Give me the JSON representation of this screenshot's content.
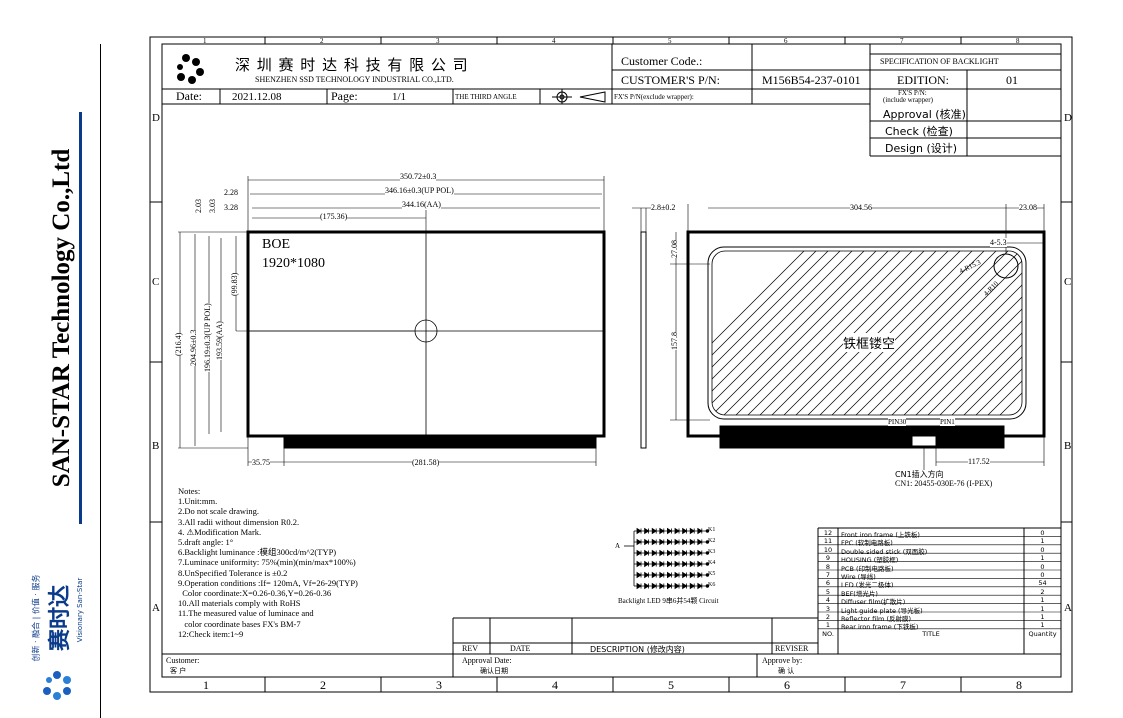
{
  "sidebar": {
    "company_name": "SAN-STAR Technology Co.,Ltd",
    "logo_cn": "赛时达",
    "logo_en": "Visionary San-Star",
    "logo_slogan": "创新 · 融合 | 价值 · 服务"
  },
  "title_block": {
    "company_cn": "深 圳 赛 时 达 科 技 有 限 公 司",
    "company_en": "SHENZHEN SSD TECHNOLOGY INDUSTRIAL CO.,LTD.",
    "date_label": "Date:",
    "date_value": "2021.12.08",
    "page_label": "Page:",
    "page_value": "1/1",
    "angle": "THE THIRD ANGLE",
    "customer_code_label": "Customer Code.:",
    "customer_pn_label": "CUSTOMER'S P/N:",
    "customer_pn_value": "M156B54-237-0101",
    "fx_pn_label": "FX'S P/N(exclude wrapper):",
    "spec_title": "SPECIFICATION OF BACKLIGHT",
    "edition_label": "EDITION:",
    "edition_value": "01",
    "fx_pn_include_1": "FX'S P/N:",
    "fx_pn_include_2": "(include wrapper)",
    "approval": "Approval (核准)",
    "check": "Check  (检查)",
    "design": "Design (设计)"
  },
  "grid": {
    "top_numbers": [
      "1",
      "2",
      "3",
      "4",
      "5",
      "6",
      "7",
      "8"
    ],
    "bottom_numbers": [
      "1",
      "2",
      "3",
      "4",
      "5",
      "6",
      "7",
      "8"
    ],
    "left_letters": [
      "D",
      "C",
      "B",
      "A"
    ],
    "right_letters": [
      "D",
      "C",
      "B",
      "A"
    ]
  },
  "front_view": {
    "brand": "BOE",
    "resolution": "1920*1080",
    "dims": {
      "d1": "350.72±0.3",
      "d2": "346.16±0.3(UP POL)",
      "d3": "344.16(AA)",
      "d4": "(175.36)",
      "d5": "2.28",
      "d6": "3.28",
      "d7": "2.03",
      "d8": "3.03",
      "d9": "(216.4)",
      "d10": "204.96±0.3",
      "d11": "196.19±0.3(UP POL)",
      "d12": "193.59(AA)",
      "d13": "(99.83)",
      "d14": "35.75",
      "d15": "(281.58)"
    }
  },
  "side_view": {
    "thickness": "2.8±0.2",
    "d1": "27.08",
    "d2": "157.8"
  },
  "back_view": {
    "hollow_label": "铁框镂空",
    "d1": "304.56",
    "d2": "23.08",
    "d3": "4-5.3",
    "d4": "4-R15.3",
    "d5": "4-R10",
    "pin_left": "PIN30",
    "pin_right": "PIN1",
    "d6": "117.52",
    "connector_1": "CN1插入方向",
    "connector_2": "CN1: 20455-030E-76 (I-PEX)"
  },
  "notes": [
    "Notes:",
    "1.Unit:mm.",
    "2.Do not scale drawing.",
    "3.All radii without dimension R0.2.",
    "4. ⚠Modification Mark.",
    "5.draft angle: 1°",
    "6.Backlight luminance :模组300cd/m^2(TYP)",
    "7.Luminace uniformity: 75%(min)(min/max*100%)",
    "8.UnSpecified Tolerance is ±0.2",
    "9.Operation conditions :If= 120mA, Vf=26-29(TYP)",
    "  Color coordinate:X=0.26-0.36,Y=0.26-0.36",
    "10.All materials comply with RoHS",
    "11.The measured value of luminace and",
    "   color coordinate bases FX's BM-7",
    "12:Check item:1~9"
  ],
  "led_circuit": {
    "caption": "Backlight LED 9串6并54颗 Circuit",
    "anode": "A",
    "cathodes": [
      "K1",
      "K2",
      "K3",
      "K4",
      "K5",
      "K6"
    ]
  },
  "revision": {
    "headers": [
      "REV",
      "DATE",
      "DESCRIPTION  (修改内容)",
      "REVISER"
    ],
    "customer_label": "Customer:",
    "customer_cn": "客  户",
    "approval_date": "Approval Date:",
    "approval_date_cn": "确认日期",
    "approve_by": "Approve by:",
    "approve_by_cn": "确  认"
  },
  "bom": {
    "rows": [
      {
        "no": "12",
        "title": "Front iron frame     (上铁板)",
        "qty": "0"
      },
      {
        "no": "11",
        "title": "FPC  (软制电路板)",
        "qty": "1"
      },
      {
        "no": "10",
        "title": "Double.sided stick   (双面胶)",
        "qty": "0"
      },
      {
        "no": "9",
        "title": "HOUSING   (塑胶框)",
        "qty": "1"
      },
      {
        "no": "8",
        "title": "PCB (印制电路板)",
        "qty": "0"
      },
      {
        "no": "7",
        "title": "Wire (导线)",
        "qty": "0"
      },
      {
        "no": "6",
        "title": "LED (发光二极体)",
        "qty": "54"
      },
      {
        "no": "5",
        "title": "BEF(增光片)",
        "qty": "2"
      },
      {
        "no": "4",
        "title": "Diffuser film(扩散片)",
        "qty": "1"
      },
      {
        "no": "3",
        "title": "Light guide plate  (导光板)",
        "qty": "1"
      },
      {
        "no": "2",
        "title": "Reflector film (反射膜)",
        "qty": "1"
      },
      {
        "no": "1",
        "title": "Rear iron frame   (下铁板)",
        "qty": "1"
      }
    ],
    "footer": {
      "no": "NO.",
      "title": "TITLE",
      "qty": "Quantity"
    }
  }
}
